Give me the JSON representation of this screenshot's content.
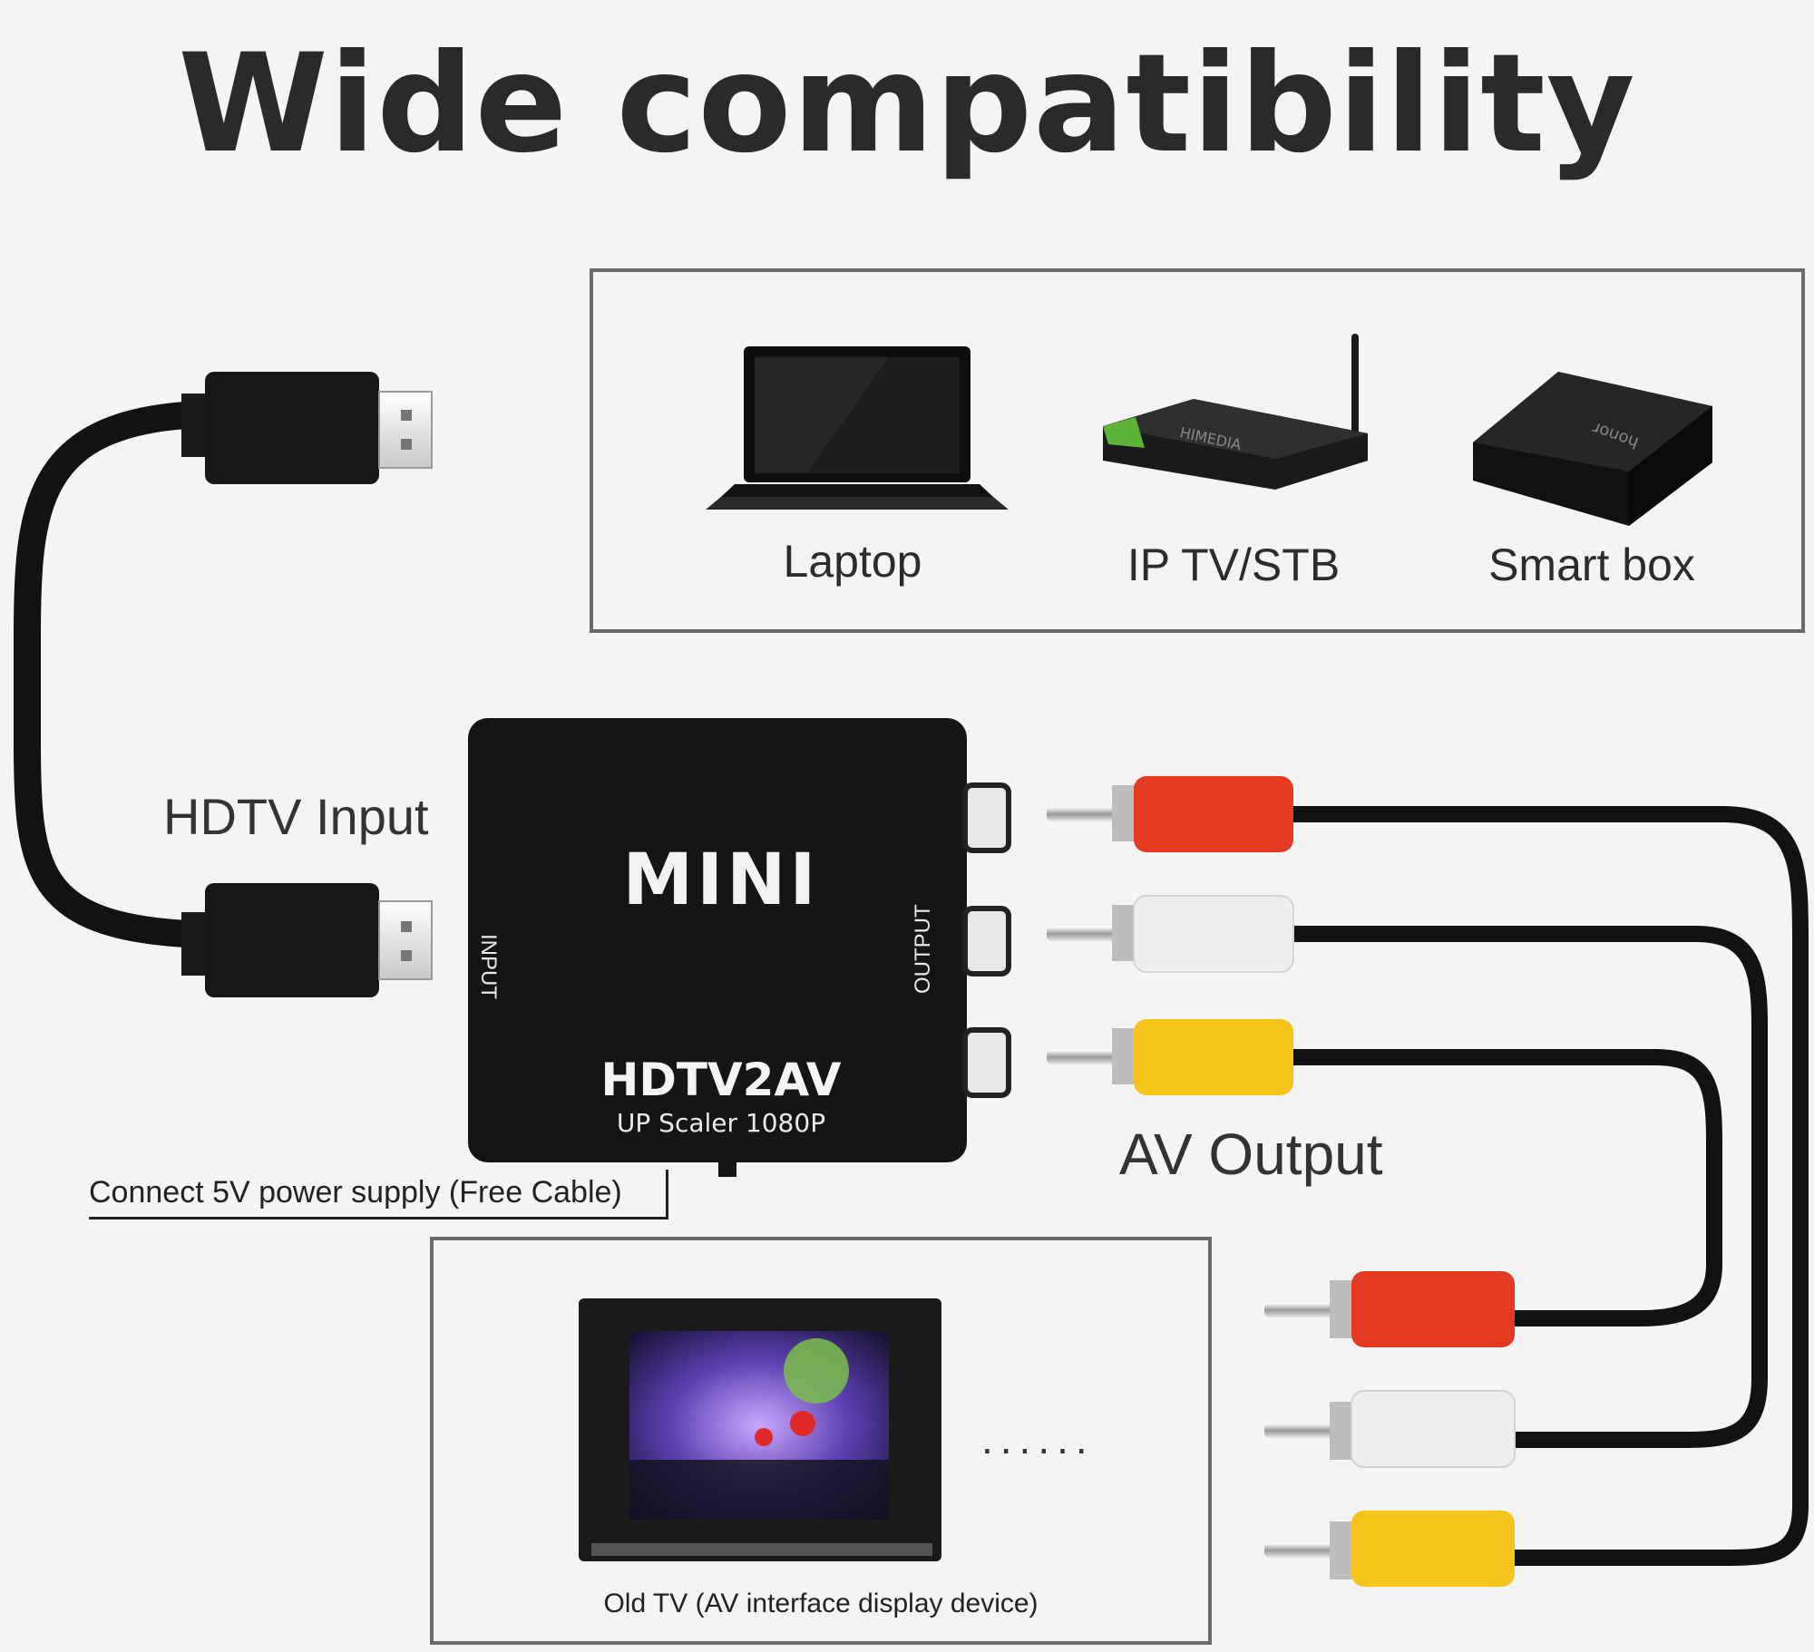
{
  "title": "Wide compatibility",
  "source_devices": [
    {
      "label": "Laptop",
      "icon": "laptop-icon"
    },
    {
      "label": "IP TV/STB",
      "icon": "iptv-stb-icon",
      "brand_text": "HIMEDIA"
    },
    {
      "label": "Smart box",
      "icon": "smart-box-icon",
      "brand_text": "honor"
    }
  ],
  "input_label": "HDTV Input",
  "converter": {
    "brand": "MINI",
    "model": "HDTV2AV",
    "subtitle": "UP Scaler 1080P",
    "input_port_label": "INPUT",
    "output_port_label": "OUTPUT"
  },
  "power_note": "Connect 5V power supply (Free Cable)",
  "output_label": "AV Output",
  "display": {
    "label": "Old TV (AV interface display device)",
    "more": "......"
  },
  "colors": {
    "cable": "#121212",
    "red_plug": "#e53a22",
    "white_plug": "#f0f0f0",
    "yellow_plug": "#f4c418",
    "converter_body": "#151515"
  }
}
